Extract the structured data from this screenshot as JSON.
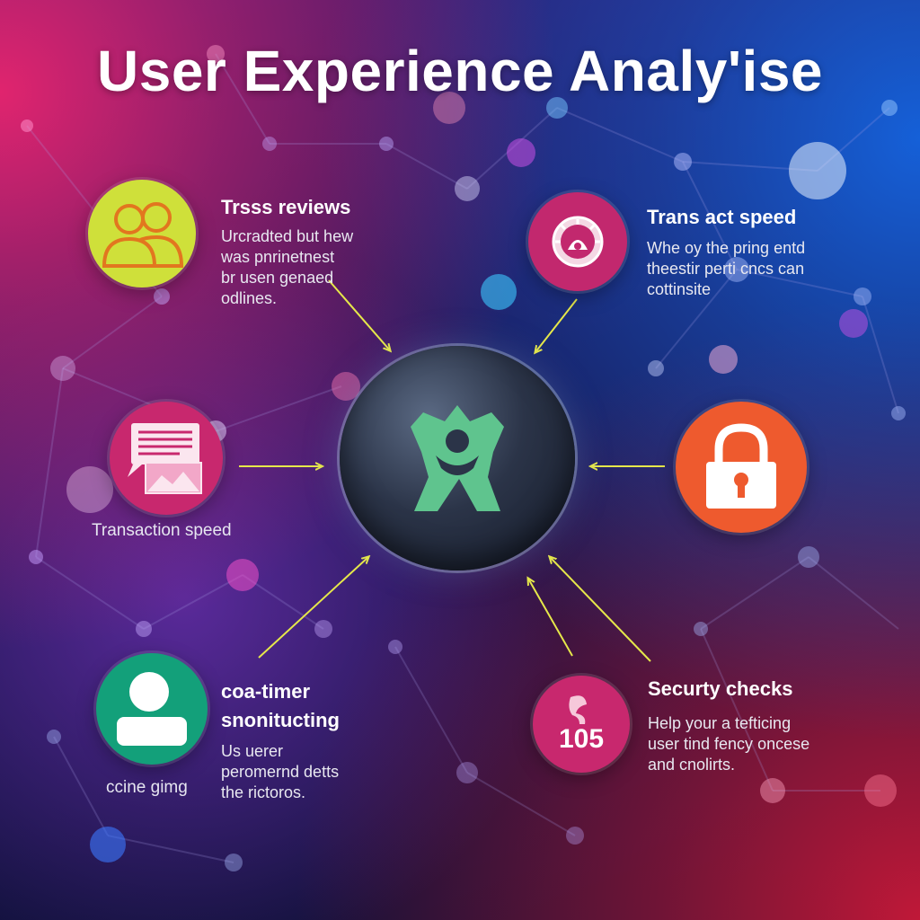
{
  "title": "User Experience Analy'ise",
  "colors": {
    "arrow": "#e6e84a",
    "users_circle": "#cfe03a",
    "speed_circle": "#c2286e",
    "message_circle": "#c8286e",
    "lock_circle": "#ee5a2e",
    "person_circle": "#13a07a",
    "code_circle": "#c8286e",
    "hub_icon": "#5fc48e"
  },
  "nodes": {
    "top_left": {
      "icon": "users-icon",
      "heading": "Trsss reviews",
      "lines": [
        "Urcradted but hew",
        "was pnrinetnest",
        "br usen genaed",
        "odlines."
      ]
    },
    "top_right": {
      "icon": "speedometer-icon",
      "heading": "Trans act speed",
      "lines": [
        "Whe oy the pring entd",
        "theestir perti cncs can",
        "cottinsite"
      ]
    },
    "middle_left": {
      "icon": "message-image-icon",
      "label": "Transaction speed"
    },
    "middle_right": {
      "icon": "lock-icon"
    },
    "bottom_left": {
      "icon": "person-icon",
      "heading_lines": [
        "coa-timer",
        "snonitucting"
      ],
      "lines": [
        "Us uerer",
        "peromernd detts",
        "the rictoros."
      ],
      "label": "ccine gimg"
    },
    "bottom_right": {
      "icon": "badge-105-icon",
      "icon_text": "105",
      "heading": "Securty checks",
      "lines": [
        "Help your a tefticing",
        "user tind fency oncese",
        "and cnolirts."
      ]
    },
    "center": {
      "icon": "shield-figure-icon"
    }
  }
}
